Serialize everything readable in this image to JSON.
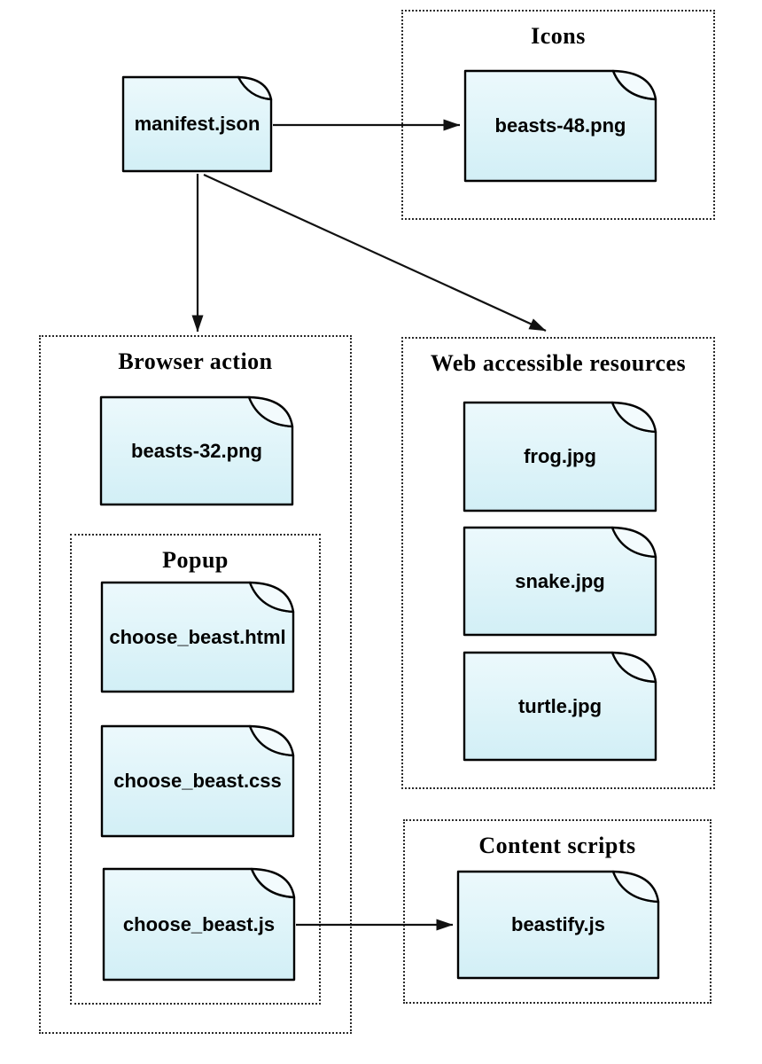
{
  "groups": {
    "icons": {
      "title": "Icons"
    },
    "browser_action": {
      "title": "Browser action"
    },
    "popup": {
      "title": "Popup"
    },
    "web_accessible_resources": {
      "title": "Web accessible resources"
    },
    "content_scripts": {
      "title": "Content scripts"
    }
  },
  "files": {
    "manifest": {
      "label": "manifest.json"
    },
    "beasts48": {
      "label": "beasts-48.png"
    },
    "beasts32": {
      "label": "beasts-32.png"
    },
    "choose_beast_html": {
      "label": "choose_beast.html"
    },
    "choose_beast_css": {
      "label": "choose_beast.css"
    },
    "choose_beast_js": {
      "label": "choose_beast.js"
    },
    "frog": {
      "label": "frog.jpg"
    },
    "snake": {
      "label": "snake.jpg"
    },
    "turtle": {
      "label": "turtle.jpg"
    },
    "beastify": {
      "label": "beastify.js"
    }
  },
  "edges": [
    {
      "from": "manifest.json",
      "to": "beasts-48.png"
    },
    {
      "from": "manifest.json",
      "to": "Browser action"
    },
    {
      "from": "manifest.json",
      "to": "Web accessible resources"
    },
    {
      "from": "choose_beast.js",
      "to": "beastify.js"
    }
  ],
  "colors": {
    "file_fill_top": "#ecf9fc",
    "file_fill_bottom": "#d2eff6",
    "file_flap": "#f3fbfd",
    "stroke": "#000000",
    "arrow": "#111111",
    "background": "#ffffff"
  }
}
